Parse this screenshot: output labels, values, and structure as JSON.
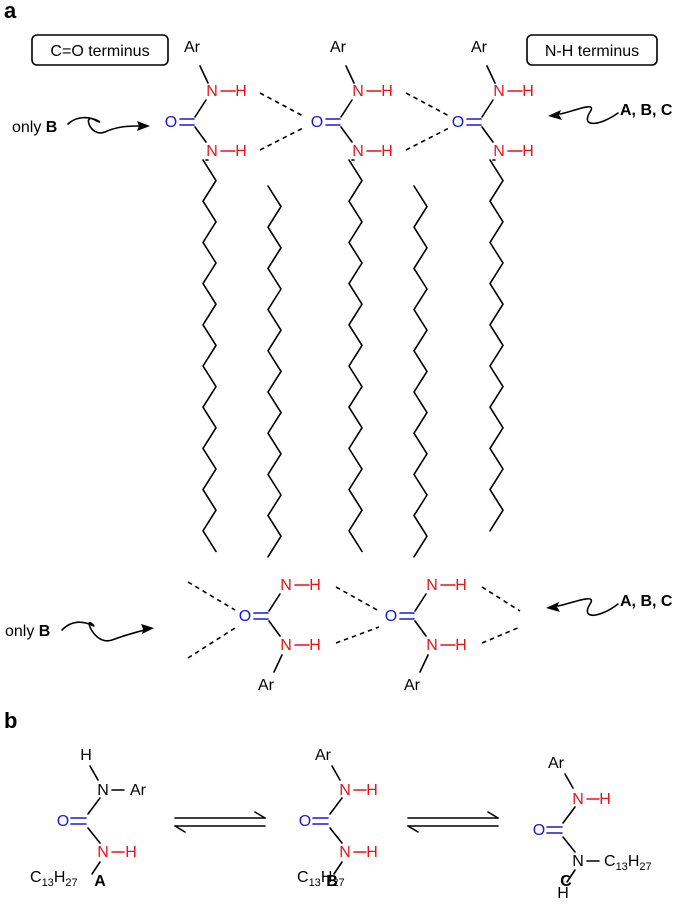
{
  "panels": {
    "a": "a",
    "b": "b"
  },
  "termini": {
    "co": "C=O terminus",
    "nh": "N-H terminus"
  },
  "atoms": {
    "ar": "Ar",
    "n": "N",
    "h": "H",
    "o": "O"
  },
  "alkyl": {
    "c": "C",
    "c_sub": "13",
    "h": "H",
    "h_sub": "27"
  },
  "annotations": {
    "only": "only ",
    "b": "B",
    "abc": "A, B, C"
  },
  "compounds": {
    "a": "A",
    "b": "B",
    "c": "C"
  }
}
